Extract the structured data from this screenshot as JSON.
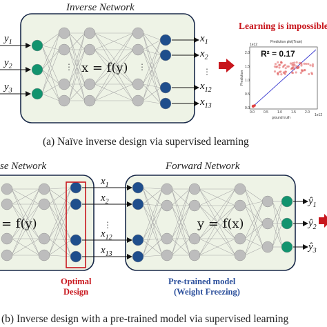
{
  "panel_a": {
    "title": "Inverse Network",
    "inputs": [
      {
        "base": "y",
        "sub": "1"
      },
      {
        "base": "y",
        "sub": "2"
      },
      {
        "base": "y",
        "sub": "3"
      }
    ],
    "equation": "x = f(y)",
    "outputs": [
      {
        "base": "x",
        "sub": "1"
      },
      {
        "base": "x",
        "sub": "2"
      },
      {
        "base": "x",
        "sub": "12"
      },
      {
        "base": "x",
        "sub": "13"
      }
    ],
    "status": "Learning is impossible",
    "plot": {
      "title": "Prediction plot(Train)",
      "r2": "R² = 0.17",
      "xlabel": "ground truth",
      "ylabel": "Prediction",
      "corner": "1e12",
      "xticks": [
        "0.0",
        "0.5",
        "1.0",
        "1.5",
        "2.0"
      ],
      "yticks": [
        "0.0",
        "0.5",
        "1.0",
        "1.5",
        "2.0"
      ]
    },
    "caption": "(a)  Naïve inverse design via supervised learning"
  },
  "panel_b": {
    "left_title": "se Network",
    "right_title": "Forward Network",
    "left_equation": "= f(y)",
    "right_equation": "y = f(x)",
    "mid_labels": [
      {
        "base": "x",
        "sub": "1"
      },
      {
        "base": "x",
        "sub": "2"
      },
      {
        "base": "x",
        "sub": "12"
      },
      {
        "base": "x",
        "sub": "13"
      }
    ],
    "outputs": [
      {
        "base": "ŷ",
        "sub": "1"
      },
      {
        "base": "ŷ",
        "sub": "2"
      },
      {
        "base": "ŷ",
        "sub": "3"
      }
    ],
    "optimal_design": [
      "Optimal",
      "Design"
    ],
    "pretrained": [
      "Pre-trained model",
      "(Weight Freezing)"
    ],
    "caption": "(b) Inverse design with a pre-trained model via supervised learning"
  },
  "colors": {
    "green": "#12936e",
    "blue": "#1f4e8c",
    "gray": "#bdbdbd",
    "box_fill": "#eef3e6",
    "red": "#c8161d"
  }
}
